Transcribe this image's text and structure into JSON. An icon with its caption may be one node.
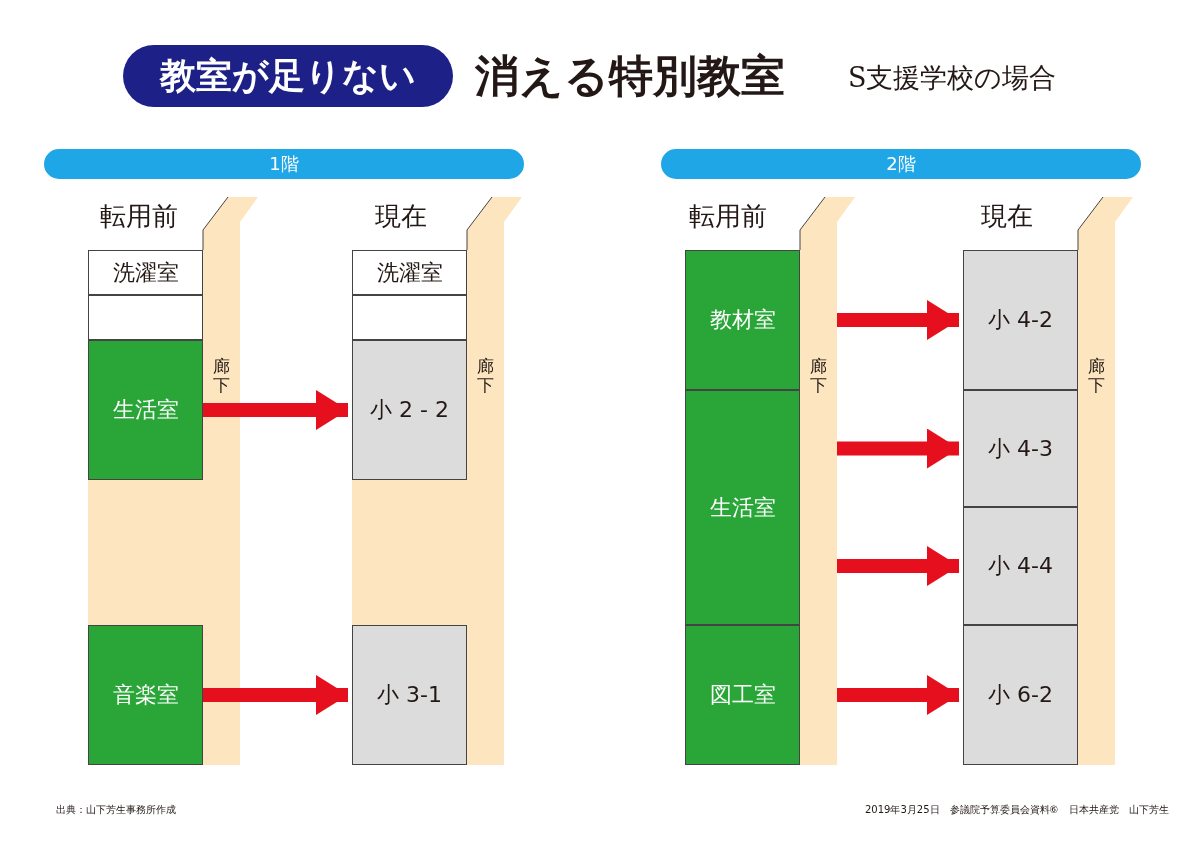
{
  "diagram": {
    "title": "消える特別教室",
    "nodes": [
      {
        "text": [
          "教室が足りない"
        ]
      },
      {
        "text": [
          "1階"
        ]
      },
      {
        "text": [
          "2階"
        ]
      },
      {
        "text": [
          "洗濯室"
        ]
      },
      {
        "text": [],
        "shape": "box"
      },
      {
        "text": [
          "生活室"
        ]
      },
      {
        "text": [
          "音楽室"
        ]
      },
      {
        "text": [
          "廊下"
        ]
      },
      {
        "text": [
          "洗濯室"
        ]
      },
      {
        "text": [],
        "shape": "box"
      },
      {
        "text": [
          "小 2 - 2"
        ]
      },
      {
        "text": [
          "小 3-1"
        ]
      },
      {
        "text": [
          "廊下"
        ]
      },
      {
        "text": [
          "教材室"
        ]
      },
      {
        "text": [
          "生活室"
        ]
      },
      {
        "text": [
          "図工室"
        ]
      },
      {
        "text": [
          "廊下"
        ]
      },
      {
        "text": [
          "小 4-2"
        ]
      },
      {
        "text": [
          "小 4-3"
        ]
      },
      {
        "text": [
          "小 4-4"
        ]
      },
      {
        "text": [
          "小 6-2"
        ]
      },
      {
        "text": [
          "廊下"
        ]
      }
    ],
    "edges": [
      {
        "from": 5,
        "to": 10,
        "arrow": "to"
      },
      {
        "from": 6,
        "to": 11,
        "arrow": "to"
      },
      {
        "from": 13,
        "to": 17,
        "arrow": "to"
      },
      {
        "from": 14,
        "to": 18,
        "arrow": "to"
      },
      {
        "from": 14,
        "to": 19,
        "arrow": "to"
      },
      {
        "from": 15,
        "to": 20,
        "arrow": "to"
      }
    ],
    "labels": [
      "S支援学校の場合",
      "転用前",
      "現在",
      "転用前",
      "現在",
      "出典：山下芳生事務所作成",
      "2019年3月25日　参議院予算委員会資料⑥　日本共産党　山下芳生"
    ]
  }
}
